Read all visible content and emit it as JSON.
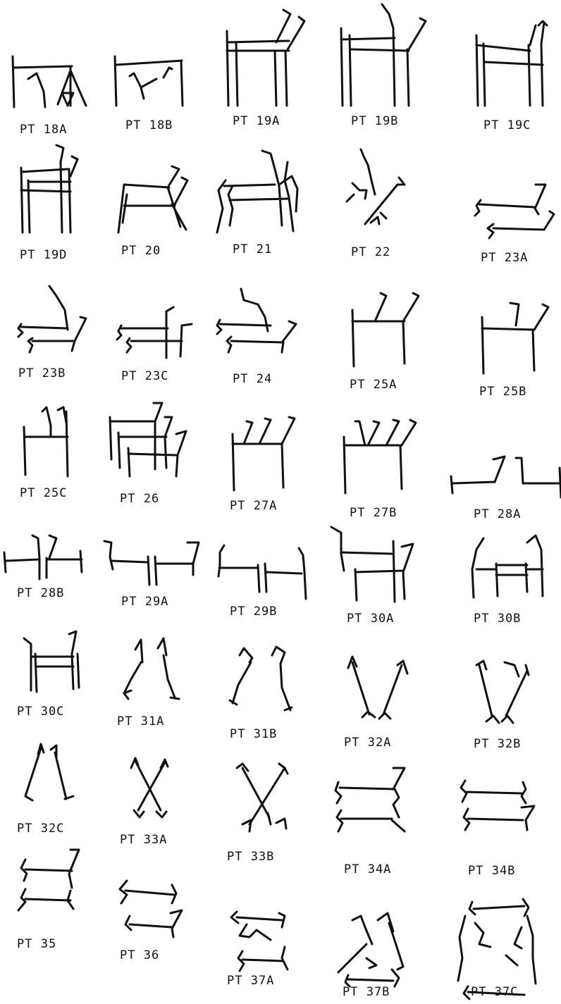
{
  "figure": {
    "labels": [
      "PT 18A",
      "PT 18B",
      "PT 19A",
      "PT 19B",
      "PT 19C",
      "PT 19D",
      "PT 20",
      "PT 21",
      "PT 22",
      "PT 23A",
      "PT 23B",
      "PT 23C",
      "PT 24",
      "PT 25A",
      "PT 25B",
      "PT 25C",
      "PT 26",
      "PT 27A",
      "PT 27B",
      "PT 28A",
      "PT 28B",
      "PT 29A",
      "PT 29B",
      "PT 30A",
      "PT 30B",
      "PT 30C",
      "PT 31A",
      "PT 31B",
      "PT 32A",
      "PT 32B",
      "PT 32C",
      "PT 33A",
      "PT 33B",
      "PT 34A",
      "PT 34B",
      "PT 35",
      "PT 36",
      "PT 37A",
      "PT 37B",
      "PT 37C"
    ]
  }
}
